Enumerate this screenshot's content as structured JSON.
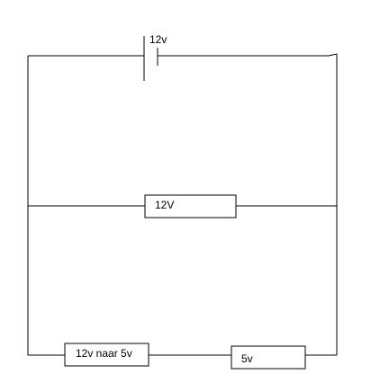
{
  "diagram": {
    "battery_label": "12v",
    "component_12v_label": "12V",
    "converter_label": "12v naar 5v",
    "component_5v_label": "5v"
  },
  "colors": {
    "line": "#000000",
    "background": "#ffffff"
  }
}
